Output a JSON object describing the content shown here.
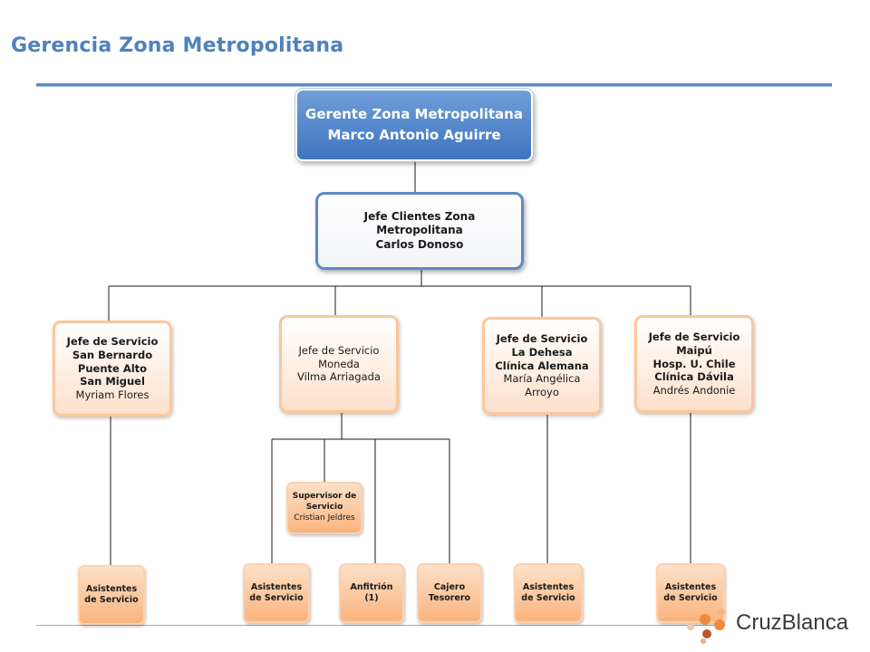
{
  "header": {
    "title": "Gerencia Zona Metropolitana"
  },
  "nodes": {
    "gerente": {
      "role": "Gerente Zona Metropolitana",
      "name": "Marco Antonio Aguirre"
    },
    "jefe_clientes": {
      "line1": "Jefe Clientes Zona",
      "line2": "Metropolitana",
      "name": "Carlos Donoso"
    },
    "servicio_1": {
      "role": "Jefe de Servicio",
      "l1": "San Bernardo",
      "l2": "Puente Alto",
      "l3": "San Miguel",
      "name": "Myriam Flores"
    },
    "servicio_2": {
      "role": "Jefe de Servicio",
      "l1": "Moneda",
      "name": "Vilma Arriagada"
    },
    "servicio_3": {
      "role": "Jefe de Servicio",
      "l1": "La Dehesa",
      "l2": "Clínica Alemana",
      "name1": "María Angélica",
      "name2": "Arroyo"
    },
    "servicio_4": {
      "role": "Jefe de Servicio",
      "l1": "Maipú",
      "l2": "Hosp. U. Chile",
      "l3": "Clínica Dávila",
      "name": "Andrés Andonie"
    },
    "supervisor": {
      "l1": "Supervisor de",
      "l2": "Servicio",
      "name": "Cristian Jeldres"
    },
    "asistentes_1": {
      "l1": "Asistentes",
      "l2": "de Servicio"
    },
    "asistentes_2": {
      "l1": "Asistentes",
      "l2": "de Servicio"
    },
    "anfitrion": {
      "l1": "Anfitrión",
      "l2": "(1)"
    },
    "cajero": {
      "l1": "Cajero",
      "l2": "Tesorero"
    },
    "asistentes_3": {
      "l1": "Asistentes",
      "l2": "de Servicio"
    },
    "asistentes_4": {
      "l1": "Asistentes",
      "l2": "de Servicio"
    }
  },
  "logo": {
    "text": "CruzBlanca"
  },
  "colors": {
    "accent": "#4f81bd",
    "peach": "#fbc79a",
    "logo_orange": "#f08a3c"
  }
}
